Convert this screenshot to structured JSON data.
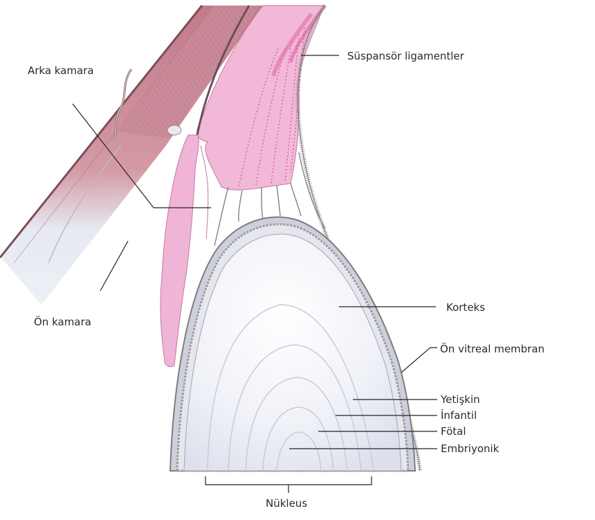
{
  "labels": {
    "arka_kamara": "Arka kamara",
    "suspansor": "Süspansör ligamentler",
    "on_kamara": "Ön kamara",
    "korteks": "Korteks",
    "on_vitreal": "Ön vitreal membran",
    "yetiskin": "Yetişkin",
    "infantil": "İnfantil",
    "fotal": "Fötal",
    "embriyonik": "Embriyonik",
    "nukleus": "Nükleus"
  },
  "colors": {
    "iris": "#f0b4d6",
    "ciliary_body": "#e98ec3",
    "cornea": "#c27a8a",
    "lens": "#eef0f8",
    "capsule": "#8a8a8a"
  }
}
